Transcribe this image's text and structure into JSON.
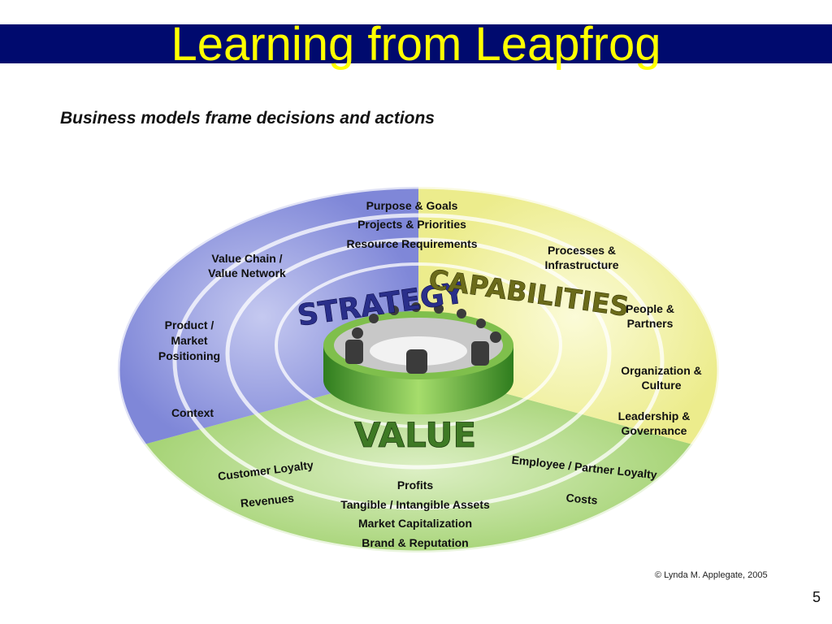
{
  "title": "Learning from Leapfrog",
  "subtitle": "Business models frame decisions and actions",
  "segments": {
    "strategy": "STRATEGY",
    "capabilities": "CAPABILITIES",
    "value": "VALUE"
  },
  "strategy_items": {
    "value_chain": [
      "Value Chain /",
      "Value Network"
    ],
    "product_market": [
      "Product /",
      "Market",
      "Positioning"
    ],
    "context": "Context"
  },
  "top_items": [
    "Purpose & Goals",
    "Projects & Priorities",
    "Resource Requirements"
  ],
  "capability_items": {
    "processes": [
      "Processes &",
      "Infrastructure"
    ],
    "people": [
      "People &",
      "Partners"
    ],
    "organization": [
      "Organization &",
      "Culture"
    ],
    "leadership": [
      "Leadership &",
      "Governance"
    ]
  },
  "value_items": {
    "customer_loyalty": "Customer Loyalty",
    "revenues": "Revenues",
    "employee_loyalty": "Employee / Partner Loyalty",
    "costs": "Costs",
    "bottom": [
      "Profits",
      "Tangible / Intangible Assets",
      "Market Capitalization",
      "Brand & Reputation"
    ]
  },
  "copyright": "© Lynda M. Applegate, 2005",
  "page_number": "5",
  "colors": {
    "title_bar": "#000a6e",
    "title_text": "#ffff00",
    "strategy": "#8f96dc",
    "capabilities": "#eeee9a",
    "value": "#9ccf6e"
  }
}
